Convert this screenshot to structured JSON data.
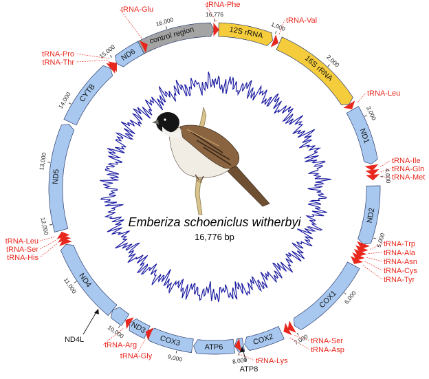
{
  "genome": {
    "title": "Emberiza schoeniclus witherbyi",
    "size_label": "16,776 bp",
    "length": 16776
  },
  "colors": {
    "protein": "#a8c8f0",
    "protein_stroke": "#2a3a6a",
    "rrna": "#f4cc3c",
    "control": "#a4a4a4",
    "trna": "#e8281e",
    "gc_line": "#1a1aa0",
    "label_red": "#e8281e"
  },
  "genes": [
    {
      "name": "control region",
      "type": "control",
      "start": 15330,
      "end": 16768,
      "strand": "+"
    },
    {
      "name": "12S rRNA",
      "type": "rrna",
      "start": 70,
      "end": 1000,
      "strand": "+"
    },
    {
      "name": "16S rRNA",
      "type": "rrna",
      "start": 1120,
      "end": 2700,
      "strand": "+"
    },
    {
      "name": "ND1",
      "type": "protein",
      "start": 2810,
      "end": 3780,
      "strand": "+"
    },
    {
      "name": "ND2",
      "type": "protein",
      "start": 4150,
      "end": 5150,
      "strand": "+"
    },
    {
      "name": "COX1",
      "type": "protein",
      "start": 5540,
      "end": 6980,
      "strand": "+"
    },
    {
      "name": "COX2",
      "type": "protein",
      "start": 7230,
      "end": 7880,
      "strand": "+"
    },
    {
      "name": "",
      "type": "protein",
      "start": 7900,
      "end": 8050,
      "strand": "+"
    },
    {
      "name": "ATP6",
      "type": "protein",
      "start": 8060,
      "end": 8740,
      "strand": "+"
    },
    {
      "name": "COX3",
      "type": "protein",
      "start": 8760,
      "end": 9530,
      "strand": "+"
    },
    {
      "name": "ND3",
      "type": "protein",
      "start": 9560,
      "end": 9890,
      "strand": "+"
    },
    {
      "name": "",
      "type": "protein",
      "start": 9980,
      "end": 10250,
      "strand": "+"
    },
    {
      "name": "ND4",
      "type": "protein",
      "start": 10250,
      "end": 11620,
      "strand": "+"
    },
    {
      "name": "ND5",
      "type": "protein",
      "start": 11870,
      "end": 13690,
      "strand": "+"
    },
    {
      "name": "CYTB",
      "type": "protein",
      "start": 13730,
      "end": 14870,
      "strand": "+"
    },
    {
      "name": "ND6",
      "type": "protein",
      "start": 15000,
      "end": 15490,
      "strand": "-"
    }
  ],
  "trnas": [
    {
      "name": "tRNA-Phe",
      "pos": 30
    },
    {
      "name": "tRNA-Val",
      "pos": 1060
    },
    {
      "name": "tRNA-Leu",
      "pos": 2750
    },
    {
      "name": "tRNA-Ile",
      "pos": 3850
    },
    {
      "name": "tRNA-Gln",
      "pos": 3930
    },
    {
      "name": "tRNA-Met",
      "pos": 4010
    },
    {
      "name": "tRNA-Trp",
      "pos": 5190
    },
    {
      "name": "tRNA-Ala",
      "pos": 5260
    },
    {
      "name": "tRNA-Asn",
      "pos": 5330
    },
    {
      "name": "tRNA-Cys",
      "pos": 5400
    },
    {
      "name": "tRNA-Tyr",
      "pos": 5470
    },
    {
      "name": "tRNA-Ser",
      "pos": 7060
    },
    {
      "name": "tRNA-Asp",
      "pos": 7140
    },
    {
      "name": "tRNA-Lys",
      "pos": 8000
    },
    {
      "name": "tRNA-Gly",
      "pos": 9540
    },
    {
      "name": "tRNA-Arg",
      "pos": 9930
    },
    {
      "name": "tRNA-His",
      "pos": 11680
    },
    {
      "name": "tRNA-Ser",
      "pos": 11740
    },
    {
      "name": "tRNA-Leu",
      "pos": 11800
    },
    {
      "name": "tRNA-Thr",
      "pos": 14920
    },
    {
      "name": "tRNA-Pro",
      "pos": 14960
    },
    {
      "name": "tRNA-Glu",
      "pos": 15570
    }
  ],
  "ticks": [
    "1,000",
    "2,000",
    "3,000",
    "4,000",
    "5,000",
    "6,000",
    "7,000",
    "8,000",
    "9,000",
    "10,000",
    "11,000",
    "12,000",
    "13,000",
    "14,000",
    "15,000",
    "16,000",
    "16,776"
  ],
  "plain_labels": {
    "nd4l": "ND4L",
    "atp8": "ATP8"
  }
}
